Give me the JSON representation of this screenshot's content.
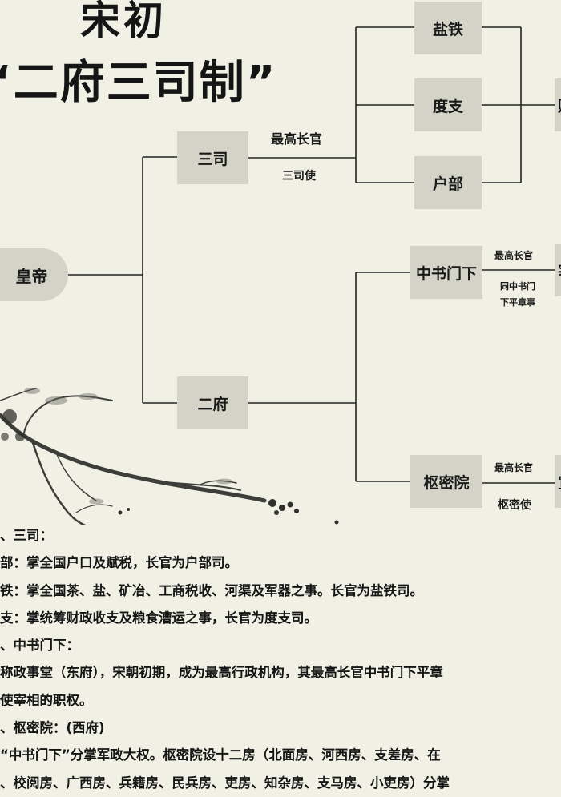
{
  "title": {
    "line1": "宋初",
    "line2": "“二府三司制”"
  },
  "boxes": {
    "emperor": "皇帝",
    "sansi": "三司",
    "erfu": "二府",
    "yantie": "盐铁",
    "duzhi": "度支",
    "hubu": "户部",
    "zhongshu": "中书门下",
    "shumi": "枢密院",
    "clipped_cai": "财",
    "clipped_zai": "宰",
    "clipped_shu": "宣"
  },
  "labels": {
    "sansi_top": "最高长官",
    "sansi_bottom": "三司使",
    "zhongshu_top": "最高长官",
    "zhongshu_bottom1": "同中书门",
    "zhongshu_bottom2": "下平章事",
    "shumi_top": "最高长官",
    "shumi_bottom": "枢密使"
  },
  "text_lines": [
    "、三司：",
    "部：掌全国户口及赋税，长官为户部司。",
    "铁：掌全国茶、盐、矿冶、工商税收、河渠及军器之事。长官为盐铁司。",
    "支：掌统筹财政收支及粮食漕运之事，长官为度支司。",
    "、中书门下：",
    "称政事堂（东府），宋朝初期，成为最高行政机构，其最高长官中书门下平章",
    "使宰相的职权。",
    "、枢密院：(西府)",
    "“中书门下”分掌军政大权。枢密院设十二房（北面房、河西房、支差房、在",
    "、校阅房、广西房、兵籍房、民兵房、吏房、知杂房、支马房、小吏房）分掌"
  ],
  "colors": {
    "background": "#f1f0e4",
    "box": "#d4d3c8",
    "line": "#222222",
    "text": "#151515"
  }
}
